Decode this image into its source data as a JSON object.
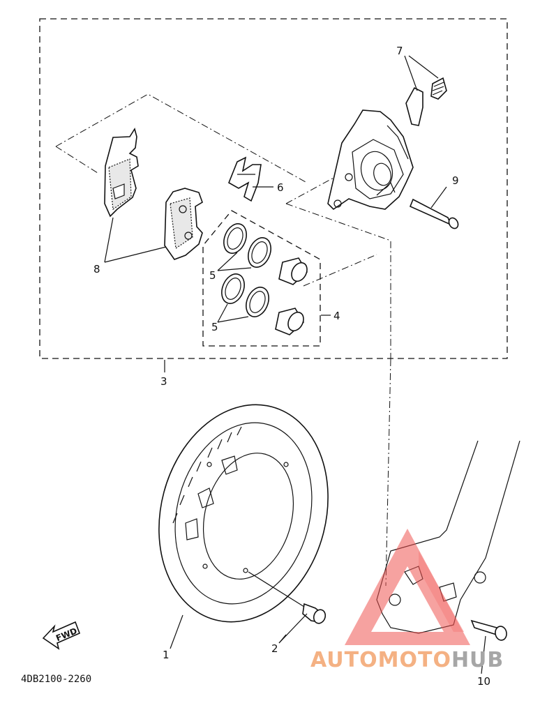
{
  "callouts": {
    "c1": "1",
    "c2": "2",
    "c3": "3",
    "c4": "4",
    "c5a": "5",
    "c5b": "5",
    "c6": "6",
    "c7": "7",
    "c8": "8",
    "c9": "9",
    "c10": "10"
  },
  "part_code": "4DB2100-2260",
  "fwd_label": "FWD",
  "watermark": {
    "auto": "AUTO",
    "moto": "MOTO",
    "hub": "HUB"
  },
  "colors": {
    "line": "#111111",
    "watermark_orange": "#f4b183",
    "watermark_gray": "#a6a6a6",
    "watermark_red": "#e53935"
  }
}
